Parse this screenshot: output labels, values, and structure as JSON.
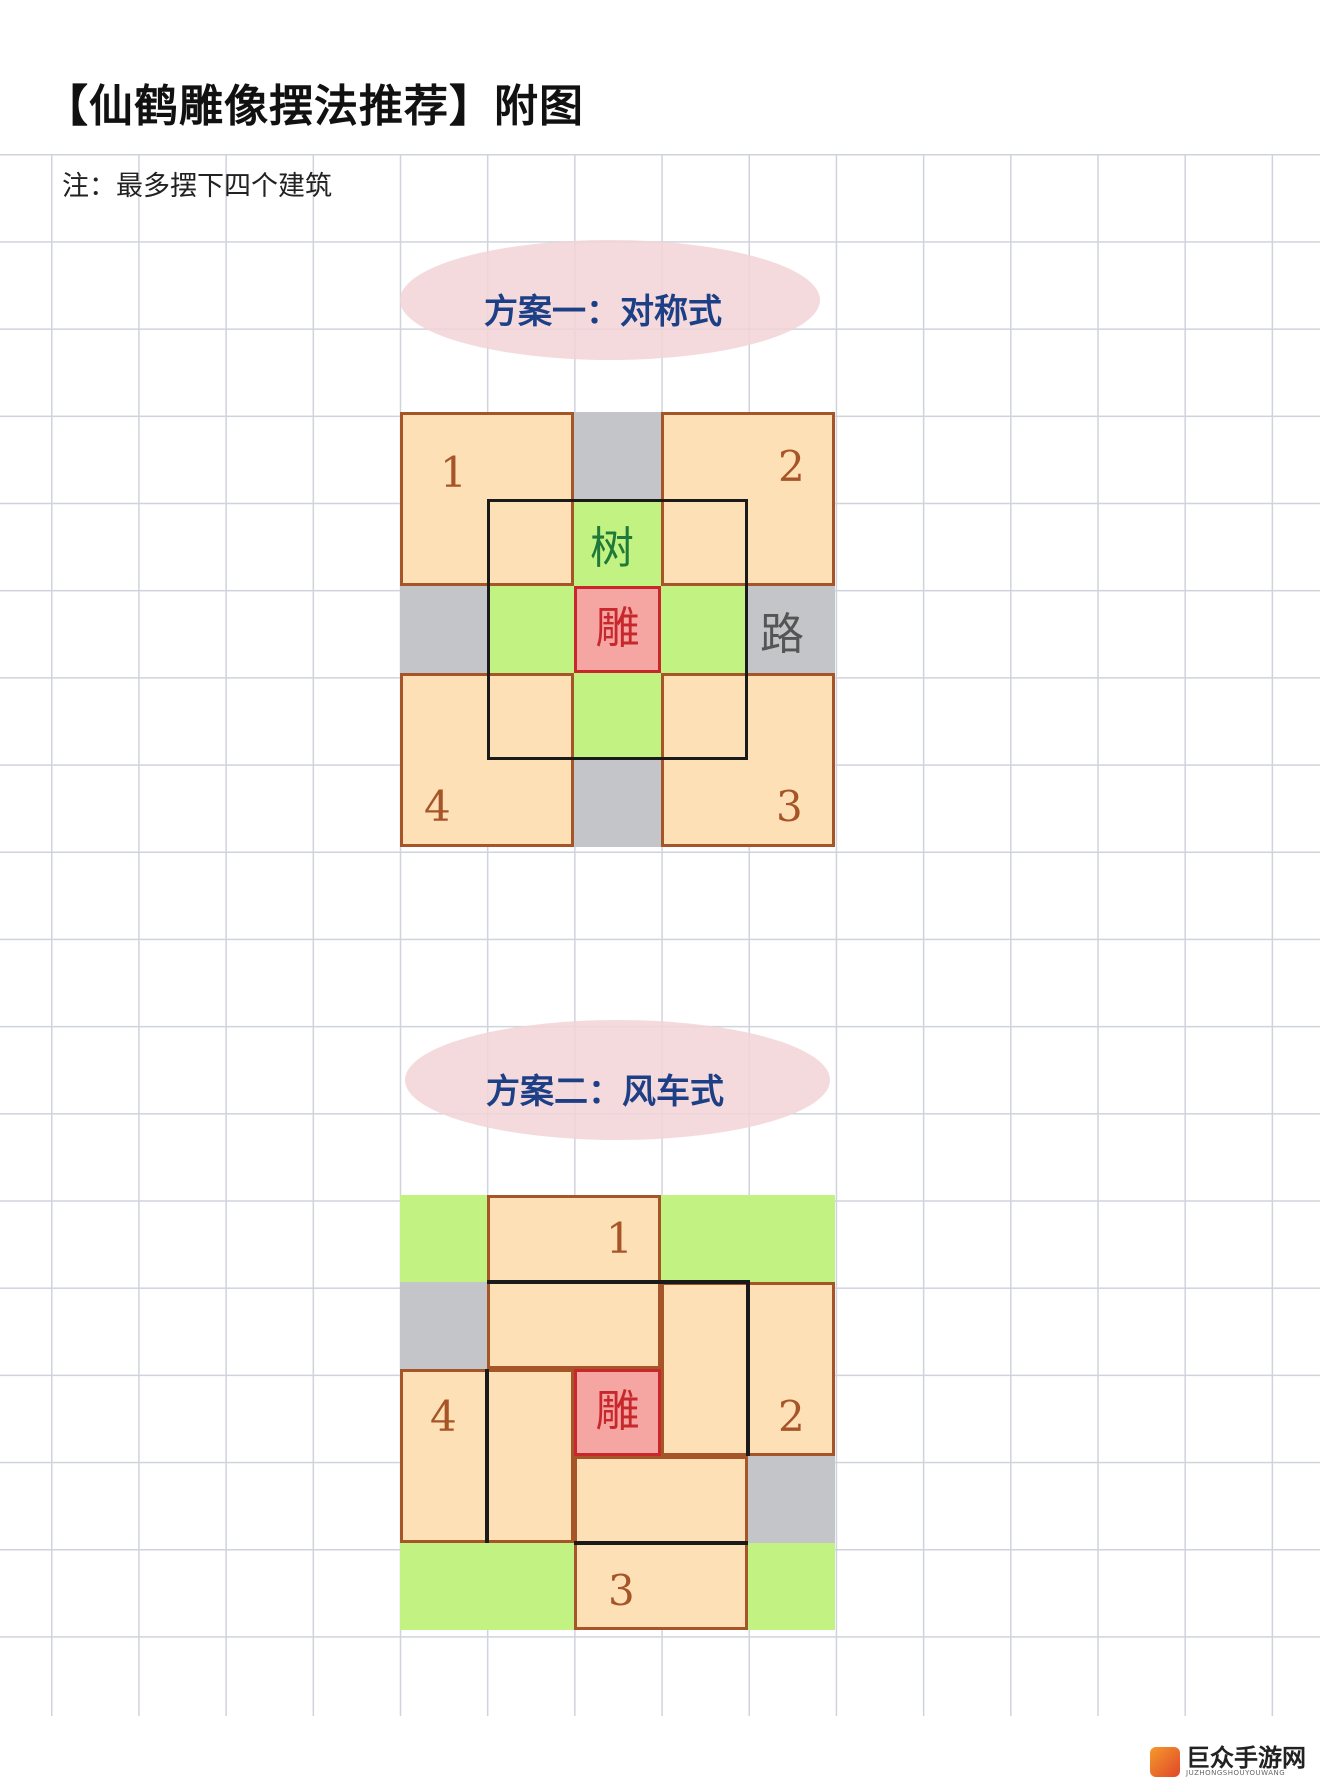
{
  "page": {
    "title": "【仙鹤雕像摆法推荐】附图",
    "note": "注：最多摆下四个建筑"
  },
  "scheme1": {
    "title": "方案一：对称式",
    "buildings": [
      "1",
      "2",
      "3",
      "4"
    ],
    "statue_label": "雕",
    "tree_label": "树",
    "road_label": "路"
  },
  "scheme2": {
    "title": "方案二：风车式",
    "buildings": [
      "1",
      "2",
      "3",
      "4"
    ],
    "statue_label": "雕"
  },
  "logo": {
    "name": "巨众手游网",
    "domain": "JUZHONGSHOUYOUWANG"
  },
  "colors": {
    "building_fill": "#fde0b5",
    "building_border": "#a65528",
    "grass": "#c2f382",
    "road": "#c4c5c8",
    "statue": "#f5a5a2",
    "title_blue": "#1d3f86"
  }
}
